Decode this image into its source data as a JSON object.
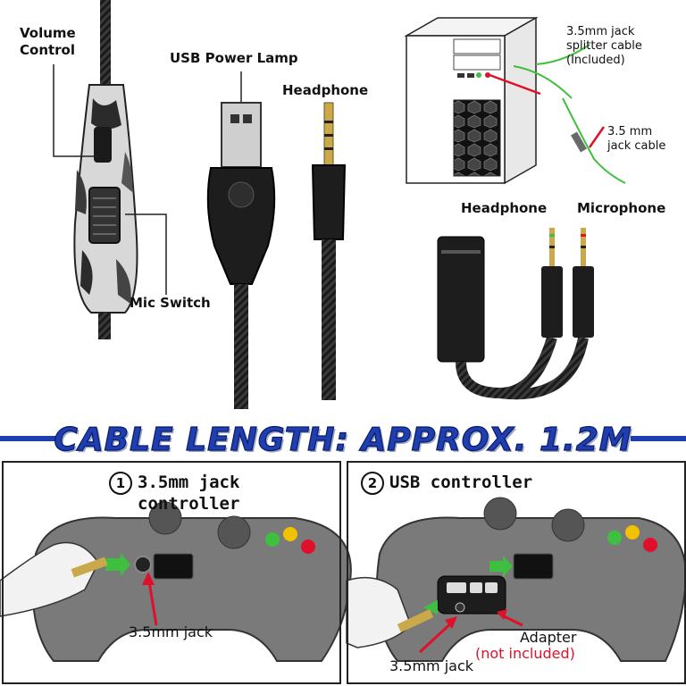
{
  "labels": {
    "volume_control": [
      "Volume",
      "Control"
    ],
    "usb_power_lamp": "USB Power Lamp",
    "headphone_plug": "Headphone",
    "mic_switch": "Mic Switch",
    "splitter_cable": [
      "3.5mm jack",
      "splitter cable",
      "(Included)"
    ],
    "jack_cable": [
      "3.5 mm",
      "jack cable"
    ],
    "splitter_headphone": "Headphone",
    "splitter_microphone": "Microphone"
  },
  "banner": {
    "text": "CABLE LENGTH: APPROX. 1.2M",
    "color": "#1f3fb0"
  },
  "panels": [
    {
      "number": "1",
      "title": "3.5mm jack controller",
      "callout": "3.5mm jack"
    },
    {
      "number": "2",
      "title": "USB controller",
      "callout": "3.5mm jack",
      "adapter": "Adapter",
      "adapter_note": "(not included)"
    }
  ],
  "colors": {
    "accent_green": "#3fbf3f",
    "arrow_red": "#e0102a",
    "controller_gray": "#7a7a7a"
  }
}
